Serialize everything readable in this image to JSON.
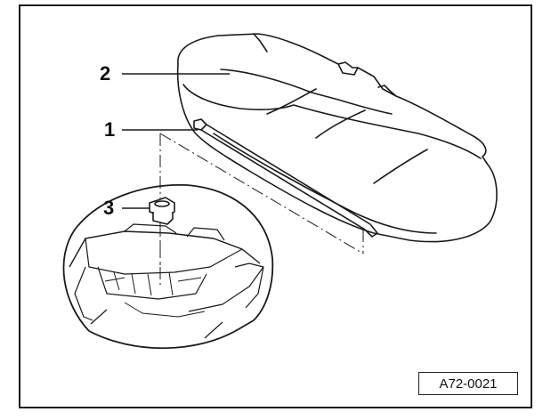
{
  "callouts": {
    "c1": "1",
    "c2": "2",
    "c3": "3"
  },
  "reference_code": "A72-0021",
  "colors": {
    "line": "#1a1a1a",
    "background": "#ffffff"
  }
}
